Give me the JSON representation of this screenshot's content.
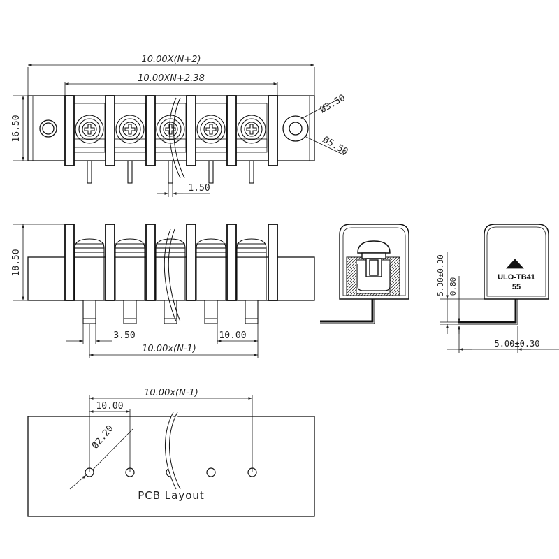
{
  "top_view": {
    "overall_width": "10.00X(N+2)",
    "inner_width": "10.00XN+2.38",
    "height": "16.50",
    "small_hole": "Ø3.50",
    "large_hole": "Ø5.50",
    "pin_width": "1.50"
  },
  "front_view": {
    "height": "18.50",
    "pin_offset": "3.50",
    "pitch": "10.00",
    "span": "10.00x(N-1)"
  },
  "side_view": {
    "height": "5.30±0.30",
    "lead": "0.80",
    "tail": "5.00±0.30",
    "part_label": "ULO-TB41",
    "part_code": "55"
  },
  "pcb_layout": {
    "span": "10.00x(N-1)",
    "pitch": "10.00",
    "hole": "Ø2.20",
    "caption": "PCB Layout"
  }
}
